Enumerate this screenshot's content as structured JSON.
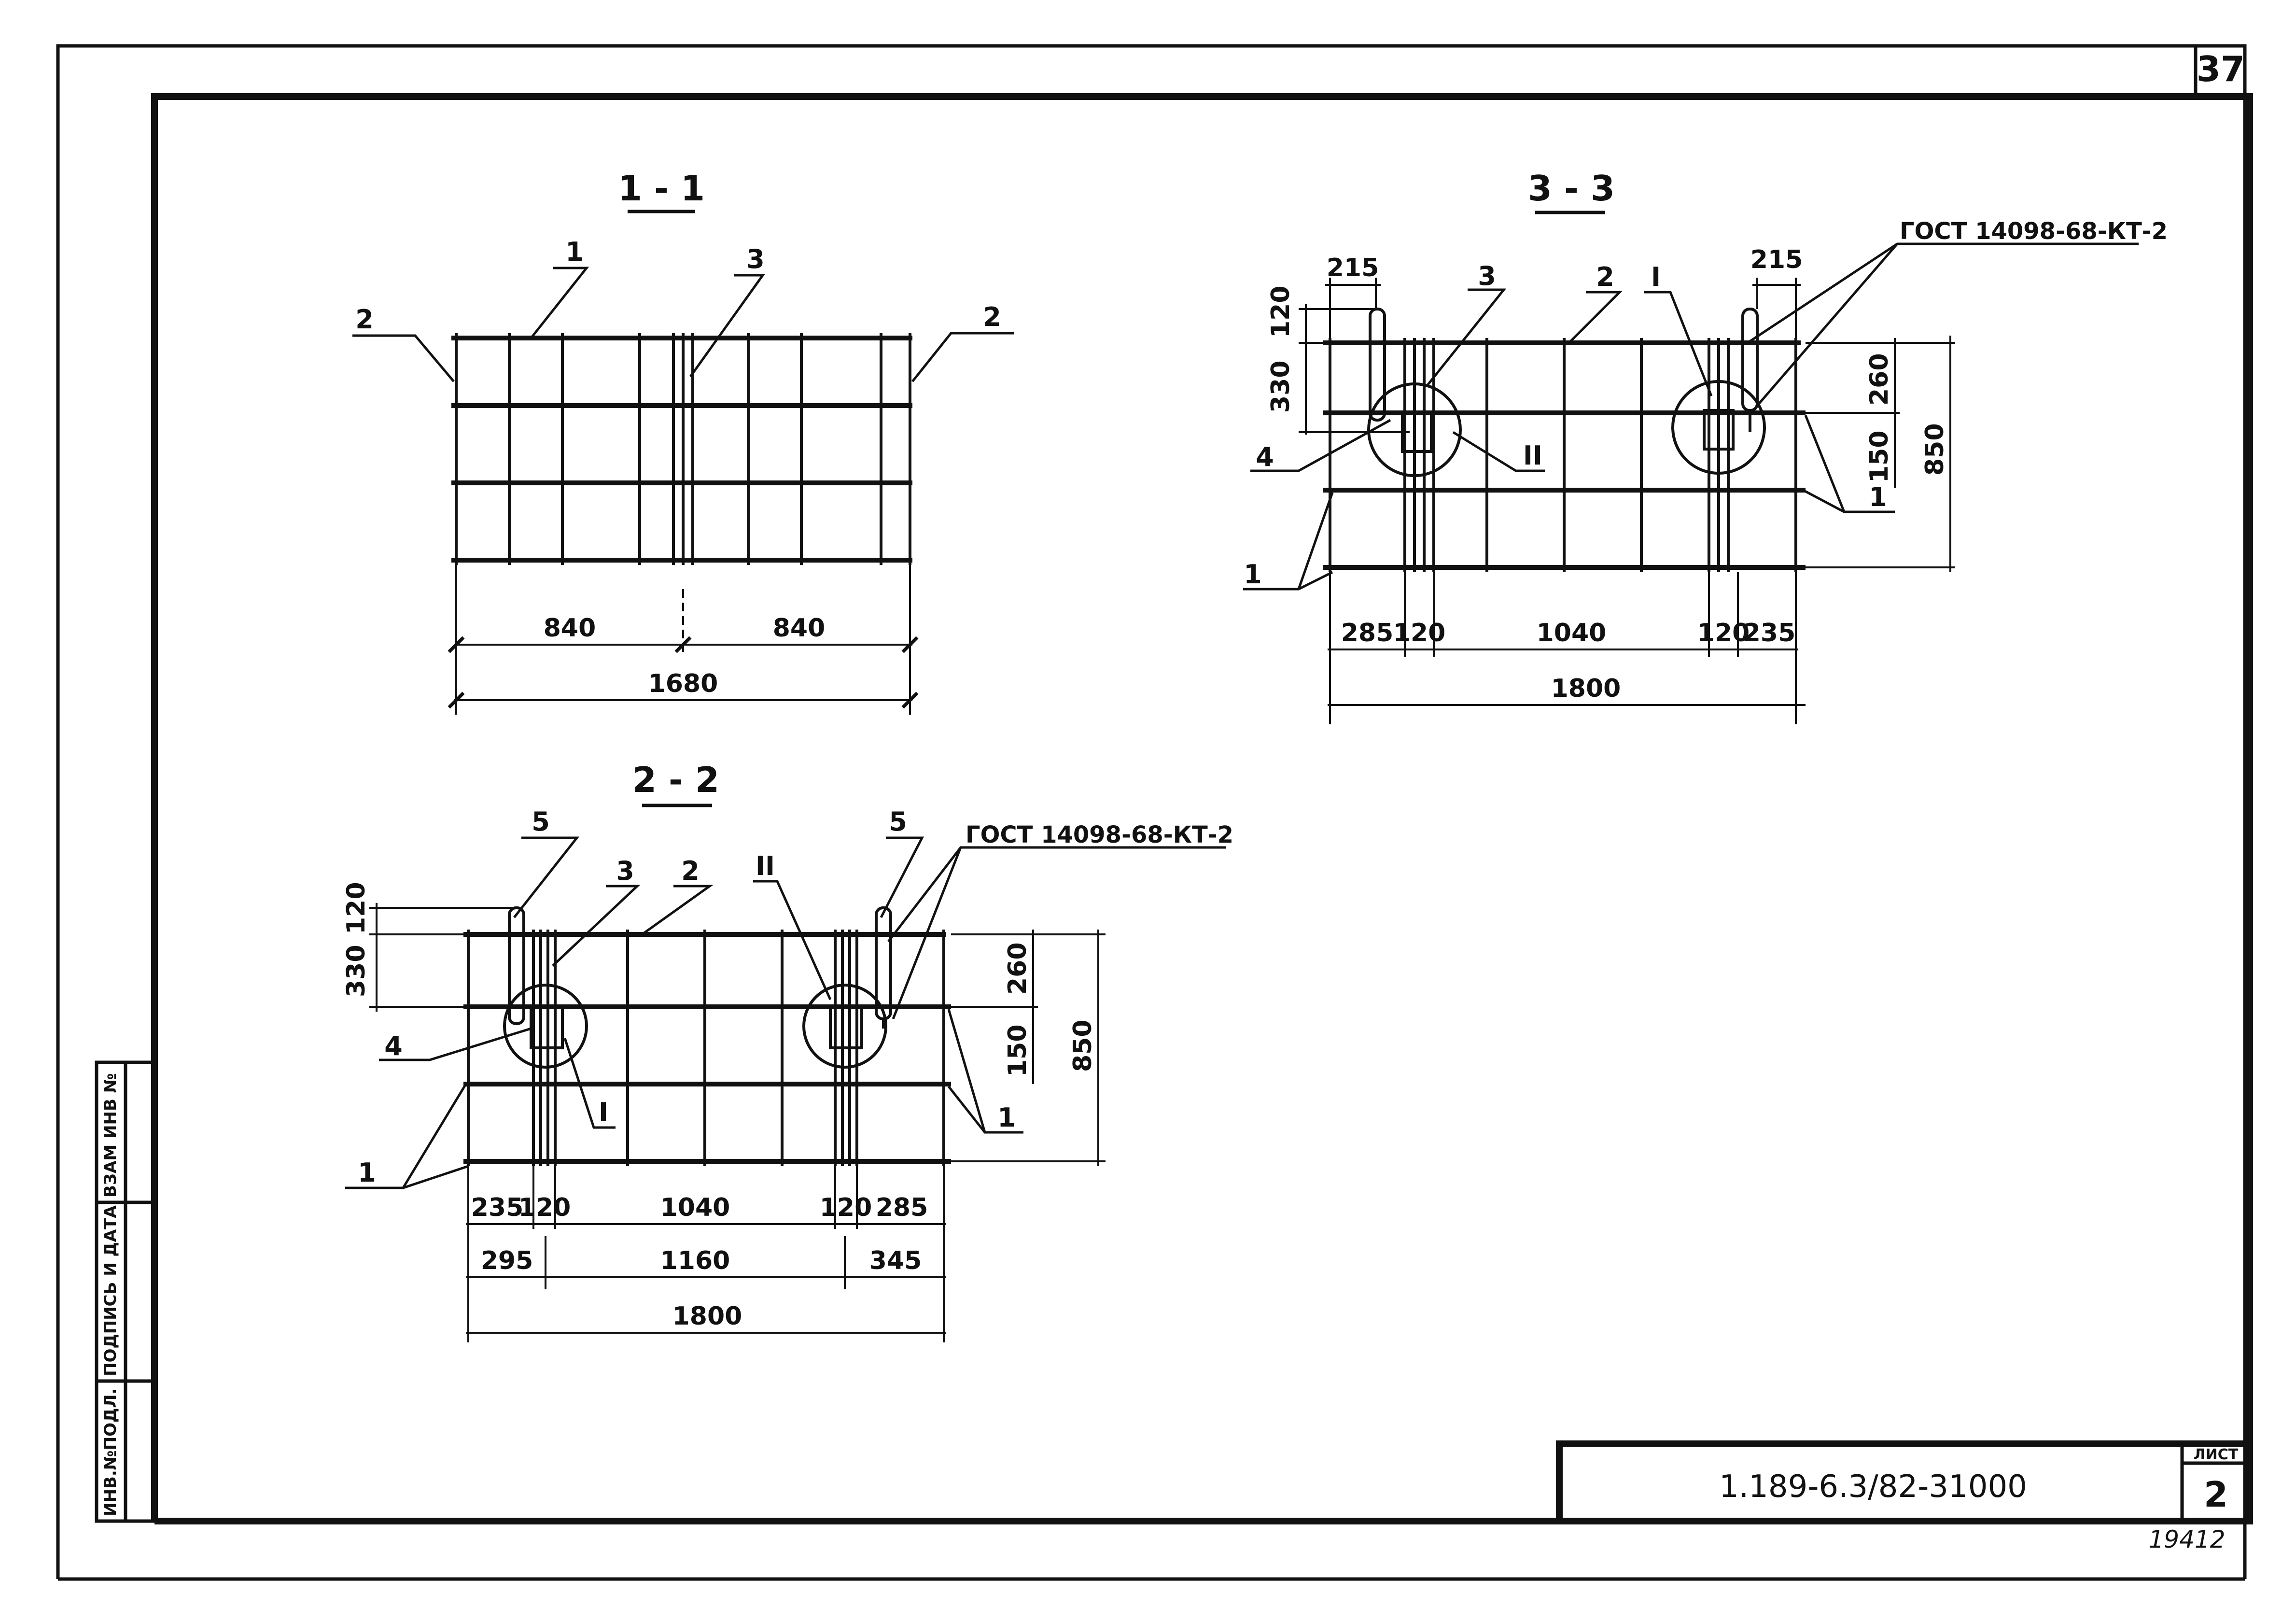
{
  "sheet_corner_number": "37",
  "section_1_1": {
    "title": "1 - 1",
    "pos_1": "1",
    "pos_2_left": "2",
    "pos_2_right": "2",
    "pos_3": "3",
    "dim_left": "840",
    "dim_right": "840",
    "dim_total": "1680"
  },
  "section_3_3": {
    "title": "3 - 3",
    "gost_note": "ГОСТ 14098-68-КТ-2",
    "dim_top_left": "215",
    "dim_top_right": "215",
    "dim_v_120": "120",
    "dim_v_330": "330",
    "dim_v_260": "260",
    "dim_v_150": "150",
    "dim_v_850": "850",
    "pos_3": "3",
    "pos_2": "2",
    "pos_roman_1": "I",
    "pos_4": "4",
    "pos_roman_2": "II",
    "pos_1_left": "1",
    "pos_1_right": "1",
    "dim_285": "285",
    "dim_120a": "120",
    "dim_1040": "1040",
    "dim_120b": "120",
    "dim_235": "235",
    "dim_total": "1800"
  },
  "section_2_2": {
    "title": "2 - 2",
    "gost_note": "ГОСТ 14098-68-КТ-2",
    "pos_5_left": "5",
    "pos_5_right": "5",
    "pos_3": "3",
    "pos_2": "2",
    "pos_roman_2": "II",
    "pos_4": "4",
    "pos_roman_1": "I",
    "pos_1_left": "1",
    "pos_1_right": "1",
    "dim_v_120": "120",
    "dim_v_330": "330",
    "dim_v_260": "260",
    "dim_v_150": "150",
    "dim_v_850": "850",
    "dim_235": "235",
    "dim_120a": "120",
    "dim_1040": "1040",
    "dim_120b": "120",
    "dim_285": "285",
    "dim_295": "295",
    "dim_1160": "1160",
    "dim_345": "345",
    "dim_total": "1800"
  },
  "side_stamp": {
    "inv_podl": "ИНВ.№ПОДЛ.",
    "podpis_data": "ПОДПИСЬ И ДАТА",
    "vzam_inv": "ВЗАМ ИНВ №"
  },
  "title_block": {
    "doc_number": "1.189-6.3/82-31000",
    "sheet_label": "ЛИСТ",
    "sheet_number": "2"
  },
  "handwritten_number": "19412"
}
